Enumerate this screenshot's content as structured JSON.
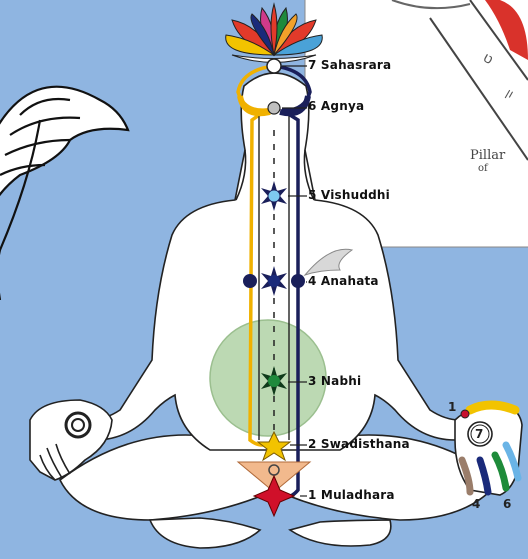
{
  "chakras": [
    {
      "number_label": "7 Sahasrara"
    },
    {
      "number_label": "6 Agnya"
    },
    {
      "number_label": "5 Vishuddhi"
    },
    {
      "number_label": "4 Anahata"
    },
    {
      "number_label": "3 Nabhi"
    },
    {
      "number_label": "2 Swadisthana"
    },
    {
      "number_label": "1 Muladhara"
    }
  ],
  "hand_numbers": {
    "thumb": "1",
    "palm_center": "7",
    "finger_a": "4",
    "finger_b": "6"
  },
  "inset": {
    "text_pillar": "Pillar",
    "text_of": "of"
  },
  "colors": {
    "background": "#8fb5e1",
    "body_fill": "#ffffff",
    "nabhi_circle": "#bcd9b3",
    "left_channel": "#f0b100",
    "right_channel": "#1a1f5a",
    "swadisthana_star": "#f2c300",
    "muladhara_star": "#d0102a",
    "mooladhara_triangle": "#f2b98d"
  }
}
